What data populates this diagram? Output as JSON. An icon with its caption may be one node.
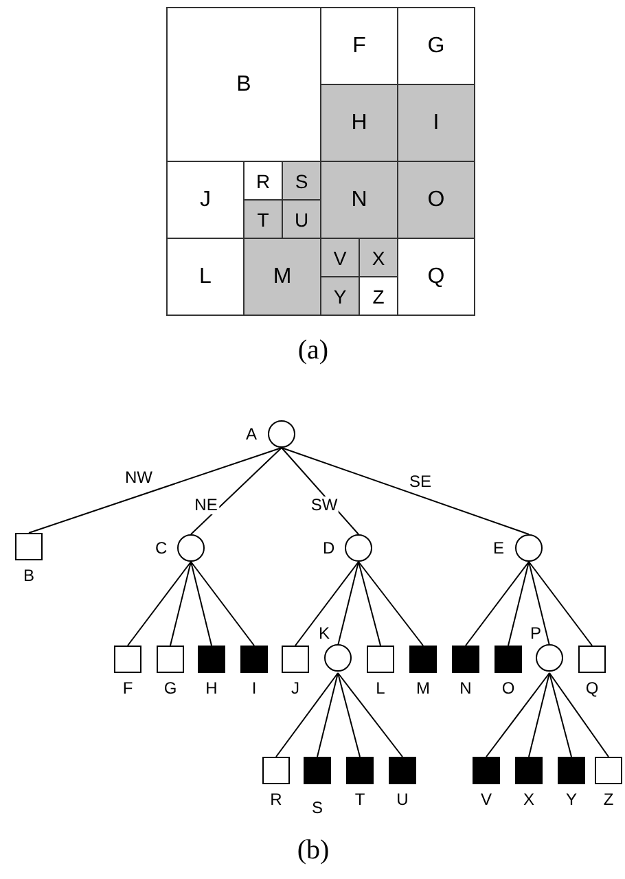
{
  "diagram": {
    "nodes": [
      {
        "text": [
          "B"
        ]
      },
      {
        "text": [
          "F"
        ]
      },
      {
        "text": [
          "G"
        ]
      },
      {
        "text": [
          "H"
        ]
      },
      {
        "text": [
          "I"
        ]
      },
      {
        "text": [
          "J"
        ]
      },
      {
        "text": [
          "R"
        ]
      },
      {
        "text": [
          "S"
        ]
      },
      {
        "text": [
          "N"
        ]
      },
      {
        "text": [
          "O"
        ]
      },
      {
        "text": [
          "T"
        ]
      },
      {
        "text": [
          "U"
        ]
      },
      {
        "text": [
          "L"
        ]
      },
      {
        "text": [
          "M"
        ]
      },
      {
        "text": [
          "V"
        ]
      },
      {
        "text": [
          "X"
        ]
      },
      {
        "text": [
          "Q"
        ]
      },
      {
        "text": [
          "Y"
        ]
      },
      {
        "text": [
          "Z"
        ]
      },
      {
        "text": [
          "A"
        ]
      },
      {
        "text": [
          "B"
        ]
      },
      {
        "text": [
          "C"
        ]
      },
      {
        "text": [
          "D"
        ]
      },
      {
        "text": [
          "E"
        ]
      },
      {
        "text": [
          "F"
        ]
      },
      {
        "text": [
          "G"
        ]
      },
      {
        "text": [
          "H"
        ]
      },
      {
        "text": [
          "I"
        ]
      },
      {
        "text": [
          "J"
        ]
      },
      {
        "text": [
          "K"
        ]
      },
      {
        "text": [
          "L"
        ]
      },
      {
        "text": [
          "M"
        ]
      },
      {
        "text": [
          "N"
        ]
      },
      {
        "text": [
          "O"
        ]
      },
      {
        "text": [
          "P"
        ]
      },
      {
        "text": [
          "Q"
        ]
      },
      {
        "text": [
          "R"
        ]
      },
      {
        "text": [
          "S"
        ]
      },
      {
        "text": [
          "T"
        ]
      },
      {
        "text": [
          "U"
        ]
      },
      {
        "text": [
          "V"
        ]
      },
      {
        "text": [
          "X"
        ]
      },
      {
        "text": [
          "Y"
        ]
      },
      {
        "text": [
          "Z"
        ]
      }
    ],
    "edges": [
      {
        "from": 19,
        "to": 20,
        "arrow": "none",
        "label": "NW"
      },
      {
        "from": 19,
        "to": 21,
        "arrow": "none",
        "label": "NE"
      },
      {
        "from": 19,
        "to": 22,
        "arrow": "none",
        "label": "SW"
      },
      {
        "from": 19,
        "to": 23,
        "arrow": "none",
        "label": "SE"
      },
      {
        "from": 21,
        "to": 24,
        "arrow": "none"
      },
      {
        "from": 21,
        "to": 25,
        "arrow": "none"
      },
      {
        "from": 21,
        "to": 26,
        "arrow": "none"
      },
      {
        "from": 21,
        "to": 27,
        "arrow": "none"
      },
      {
        "from": 22,
        "to": 28,
        "arrow": "none"
      },
      {
        "from": 22,
        "to": 29,
        "arrow": "none"
      },
      {
        "from": 22,
        "to": 30,
        "arrow": "none"
      },
      {
        "from": 22,
        "to": 31,
        "arrow": "none"
      },
      {
        "from": 23,
        "to": 32,
        "arrow": "none"
      },
      {
        "from": 23,
        "to": 33,
        "arrow": "none"
      },
      {
        "from": 23,
        "to": 34,
        "arrow": "none"
      },
      {
        "from": 23,
        "to": 35,
        "arrow": "none"
      },
      {
        "from": 29,
        "to": 36,
        "arrow": "none"
      },
      {
        "from": 29,
        "to": 37,
        "arrow": "none"
      },
      {
        "from": 29,
        "to": 38,
        "arrow": "none"
      },
      {
        "from": 29,
        "to": 39,
        "arrow": "none"
      },
      {
        "from": 34,
        "to": 40,
        "arrow": "none"
      },
      {
        "from": 34,
        "to": 41,
        "arrow": "none"
      },
      {
        "from": 34,
        "to": 42,
        "arrow": "none"
      },
      {
        "from": 34,
        "to": 43,
        "arrow": "none"
      }
    ],
    "labels": [
      "(a)",
      "(b)"
    ]
  }
}
